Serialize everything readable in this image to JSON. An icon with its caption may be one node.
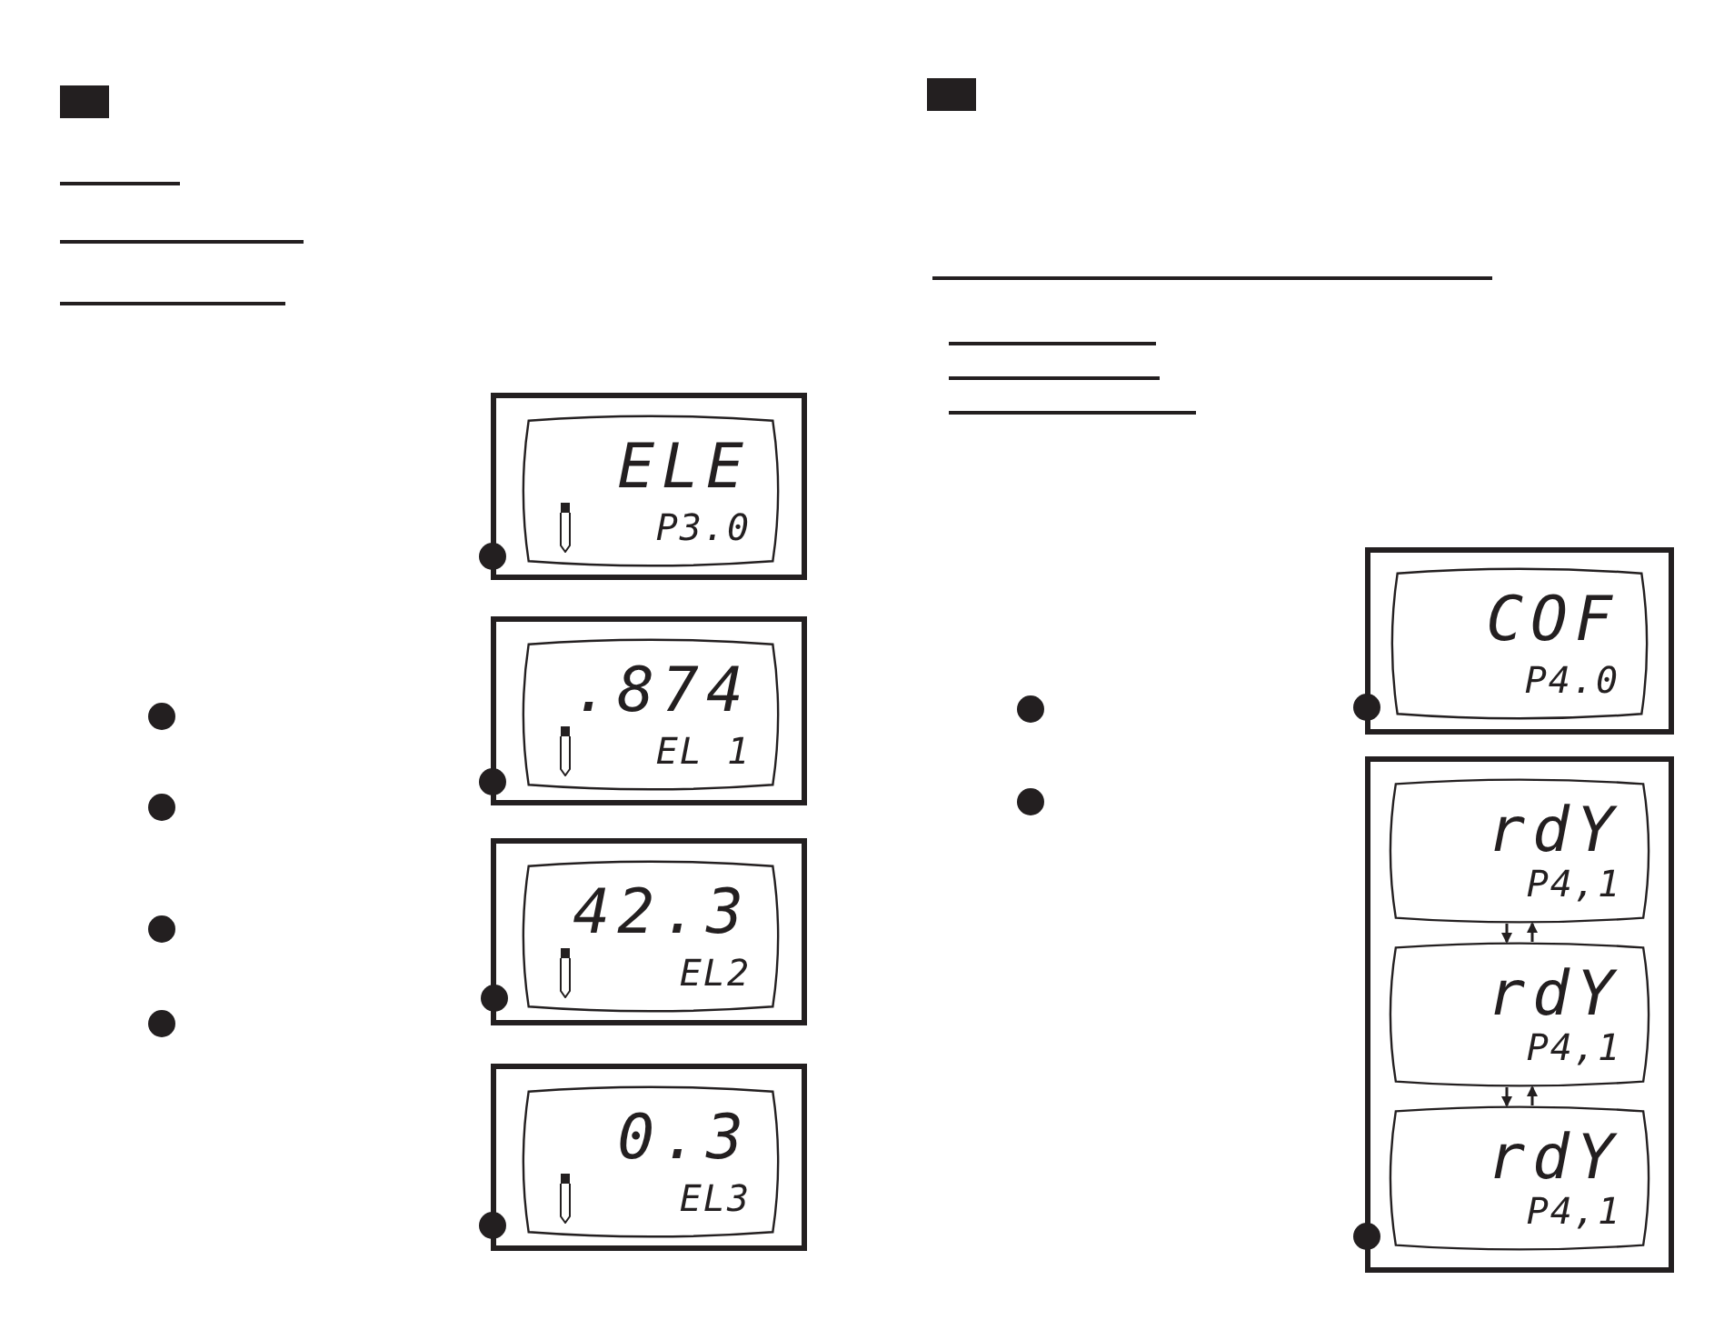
{
  "diagram": {
    "nodes": [
      {
        "text": [],
        "shape": "box"
      },
      {
        "text": [
          "ELE",
          "P3.0"
        ],
        "in": 0
      },
      {
        "text": [],
        "shape": "box"
      },
      {
        "text": [
          ".874",
          "EL 1"
        ],
        "in": 2
      },
      {
        "text": [],
        "shape": "box"
      },
      {
        "text": [
          "42.3",
          "EL2"
        ],
        "in": 4
      },
      {
        "text": [],
        "shape": "box"
      },
      {
        "text": [
          "0.3",
          "EL3"
        ],
        "in": 6
      },
      {
        "text": [],
        "shape": "box"
      },
      {
        "text": [
          "COF",
          "P4.0"
        ],
        "in": 8
      },
      {
        "text": [],
        "shape": "box"
      },
      {
        "text": [
          "rdY",
          "P4,1"
        ],
        "in": 10
      },
      {
        "text": [
          "rdY",
          "P4,1"
        ],
        "in": 10
      },
      {
        "text": [
          "rdY",
          "P4,1"
        ],
        "in": 10
      }
    ],
    "edges": [
      {
        "from": 11,
        "to": 12,
        "arrow": "to"
      },
      {
        "from": 12,
        "to": 11,
        "arrow": "to"
      },
      {
        "from": 12,
        "to": 13,
        "arrow": "to"
      },
      {
        "from": 13,
        "to": 12,
        "arrow": "to"
      }
    ]
  }
}
